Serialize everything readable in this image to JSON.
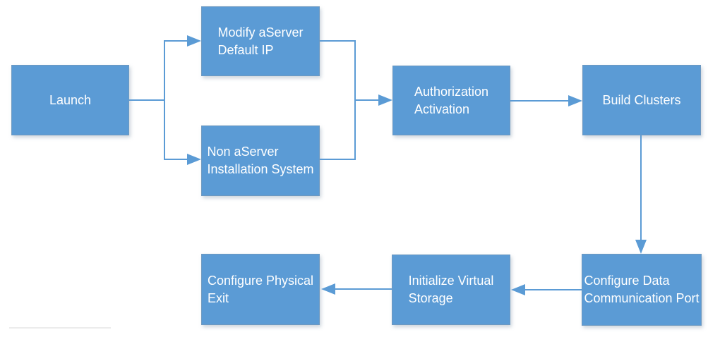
{
  "nodes": {
    "launch": {
      "label": "Launch"
    },
    "modify_aserver": {
      "label": "Modify aServer\nDefault IP"
    },
    "non_aserver": {
      "label": "Non aServer\nInstallation System"
    },
    "authorization": {
      "label": "Authorization\nActivation"
    },
    "build_clusters": {
      "label": "Build Clusters"
    },
    "config_data_port": {
      "label": "Configure Data\nCommunication Port"
    },
    "init_virtual_storage": {
      "label": "Initialize Virtual\nStorage"
    },
    "config_physical_exit": {
      "label": "Configure Physical\nExit"
    }
  },
  "edges": [
    {
      "from": "launch",
      "to": "modify_aserver"
    },
    {
      "from": "launch",
      "to": "non_aserver"
    },
    {
      "from": "modify_aserver",
      "to": "authorization"
    },
    {
      "from": "non_aserver",
      "to": "authorization"
    },
    {
      "from": "authorization",
      "to": "build_clusters"
    },
    {
      "from": "build_clusters",
      "to": "config_data_port"
    },
    {
      "from": "config_data_port",
      "to": "init_virtual_storage"
    },
    {
      "from": "init_virtual_storage",
      "to": "config_physical_exit"
    }
  ],
  "colors": {
    "node_fill": "#5b9bd5",
    "node_border": "#6e99c0",
    "arrow": "#5b9bd5",
    "text": "#ffffff",
    "background": "#ffffff"
  }
}
